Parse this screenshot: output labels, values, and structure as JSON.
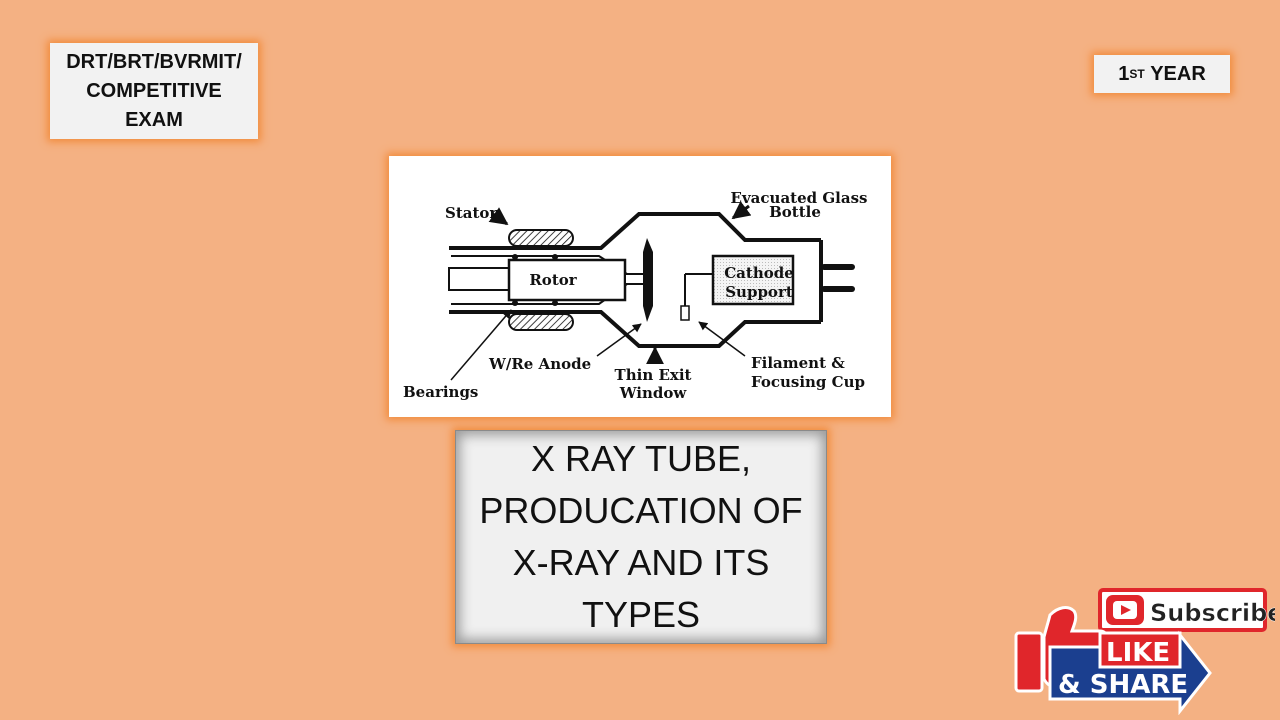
{
  "exam_box": {
    "lines": [
      "DRT/BRT/BVRMIT/",
      "COMPETITIVE",
      "EXAM"
    ]
  },
  "year_box": {
    "number": "1",
    "superscript": "ST",
    "text": "YEAR"
  },
  "diagram": {
    "labels": {
      "stator": "Stator",
      "evacuated_1": "Evacuated Glass",
      "evacuated_2": "Bottle",
      "rotor": "Rotor",
      "cathode_1": "Cathode",
      "cathode_2": "Support",
      "anode": "W/Re Anode",
      "bearings": "Bearings",
      "window_1": "Thin Exit",
      "window_2": "Window",
      "filament_1": "Filament &",
      "filament_2": "Focusing Cup"
    }
  },
  "title_box": {
    "lines": [
      "X RAY TUBE,",
      "PRODUCATION OF",
      "X-RAY AND ITS",
      "TYPES"
    ]
  },
  "badge": {
    "subscribe": "Subscribe",
    "like": "LIKE",
    "share": "& SHARE"
  },
  "colors": {
    "background": "#F4B183",
    "glow": "#F28C3C",
    "badge_red": "#E0262B",
    "badge_blue": "#1B3F8F"
  }
}
